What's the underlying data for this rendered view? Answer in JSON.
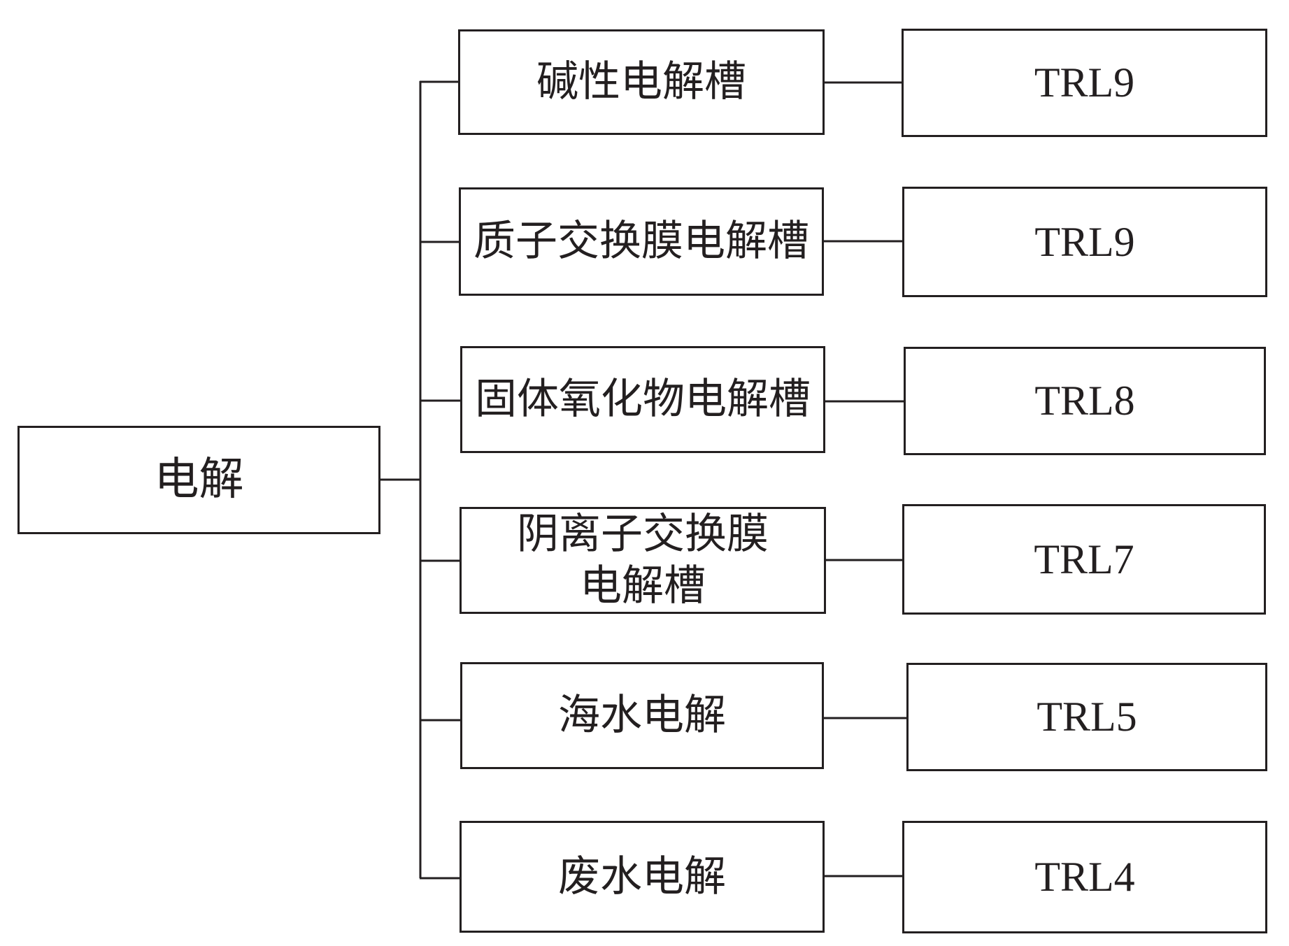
{
  "root": {
    "label": "电解"
  },
  "methods": [
    {
      "label": "碱性电解槽"
    },
    {
      "label": "质子交换膜电解槽"
    },
    {
      "label": "固体氧化物电解槽"
    },
    {
      "label_line1": "阴离子交换膜",
      "label_line2": "电解槽"
    },
    {
      "label": "海水电解"
    },
    {
      "label": "废水电解"
    }
  ],
  "trl": [
    {
      "label": "TRL9"
    },
    {
      "label": "TRL9"
    },
    {
      "label": "TRL8"
    },
    {
      "label": "TRL7"
    },
    {
      "label": "TRL5"
    },
    {
      "label": "TRL4"
    }
  ],
  "colors": {
    "stroke": "#231f20",
    "background": "#ffffff",
    "text": "#231f20"
  }
}
